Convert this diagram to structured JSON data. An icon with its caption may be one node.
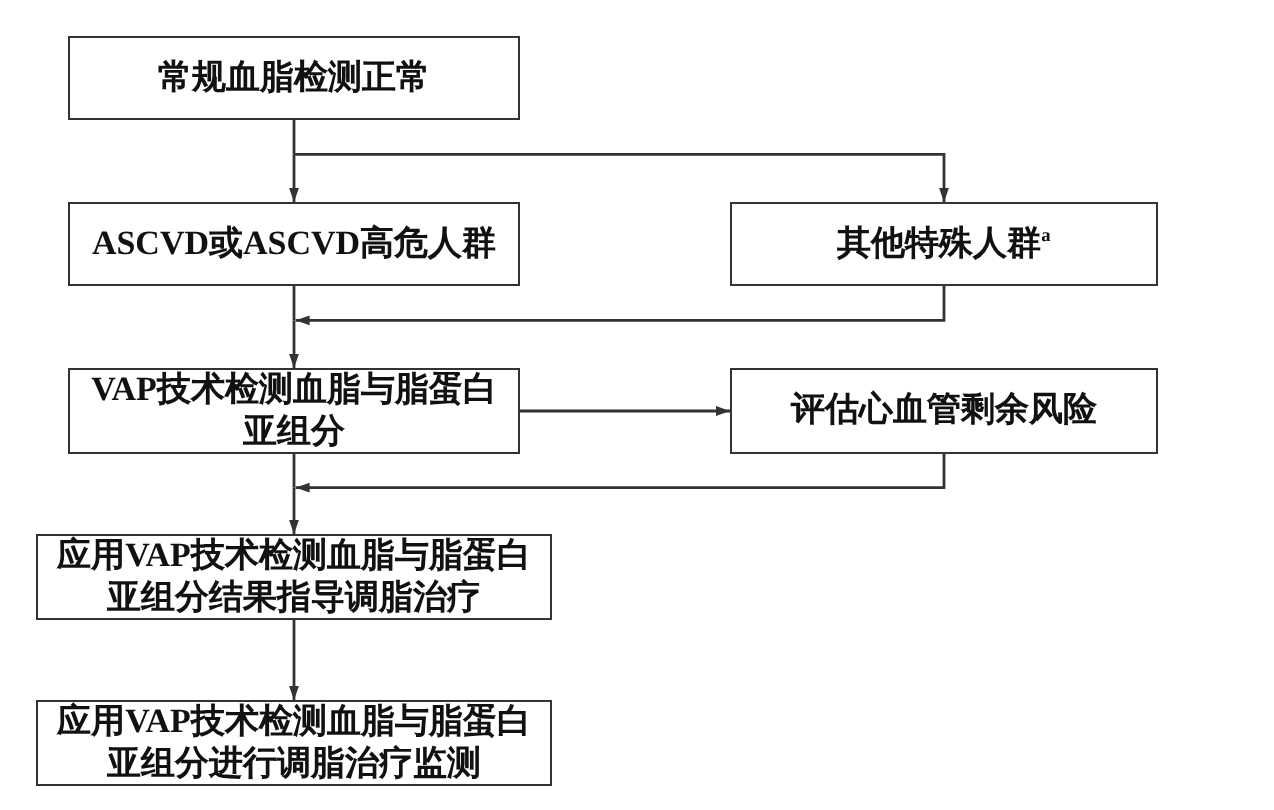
{
  "diagram": {
    "nodes": [
      {
        "text": [
          "常规血脂检测正常"
        ]
      },
      {
        "text": [
          "ASCVD或ASCVD高危人群"
        ]
      },
      {
        "text": [
          "其他特殊人群$^{a}$"
        ]
      },
      {
        "text": [
          "VAP技术检测血脂与脂蛋白亚组分"
        ]
      },
      {
        "text": [
          "评估心血管剩余风险"
        ]
      },
      {
        "text": [
          "应用VAP技术检测血脂与脂蛋白亚组分结果指导调脂治疗"
        ]
      },
      {
        "text": [
          "应用VAP技术检测血脂与脂蛋白亚组分进行调脂治疗监测"
        ]
      }
    ],
    "edges": [
      {
        "from": 0,
        "to": 1,
        "arrow": "to"
      },
      {
        "from": 0,
        "to": 2,
        "arrow": "to"
      },
      {
        "from": 1,
        "to": 3,
        "arrow": "to"
      },
      {
        "from": 2,
        "to": 3,
        "arrow": "to"
      },
      {
        "from": 3,
        "to": 4,
        "arrow": "to"
      },
      {
        "from": 3,
        "to": 5,
        "arrow": "to"
      },
      {
        "from": 4,
        "to": 5,
        "arrow": "to"
      },
      {
        "from": 5,
        "to": 6,
        "arrow": "to"
      }
    ]
  }
}
